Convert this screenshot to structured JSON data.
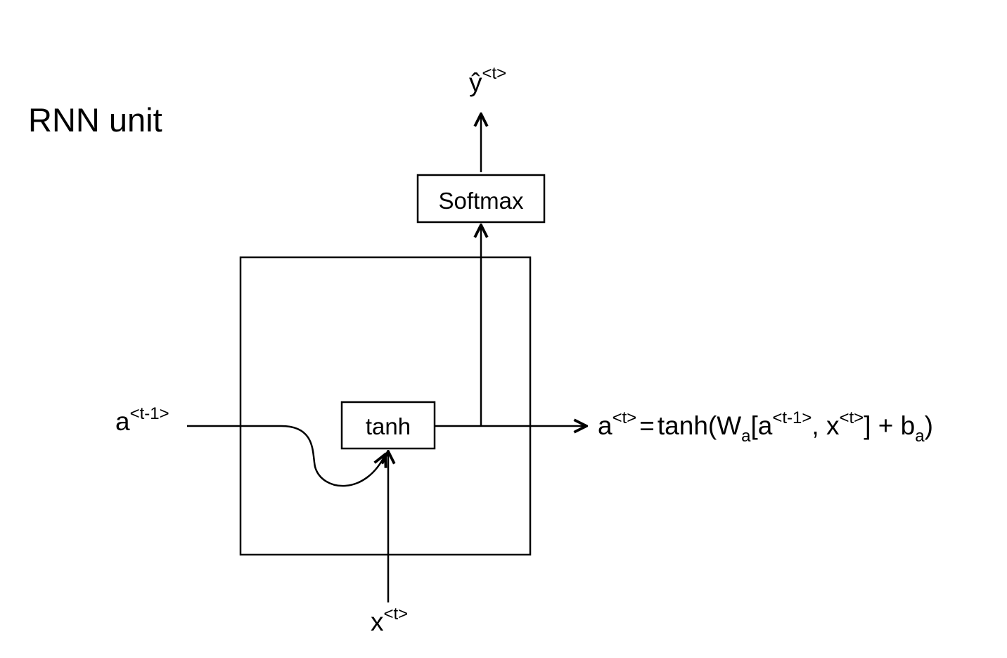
{
  "title": "RNN unit",
  "colors": {
    "stroke": "#000000",
    "background": "#ffffff",
    "text": "#000000"
  },
  "boxes": {
    "softmax": "Softmax",
    "tanh": "tanh"
  },
  "labels": {
    "output": {
      "base": "ŷ",
      "sup": "<t>"
    },
    "input": {
      "base": "x",
      "sup": "<t>"
    },
    "prev_activation": {
      "base": "a",
      "sup": "<t-1>"
    }
  },
  "equation": {
    "lhs_base": "a",
    "lhs_sup": "<t>",
    "eq": "=",
    "fn": "tanh(W",
    "w_sub": "a",
    "open_bracket": "[a",
    "a_sup": "<t-1>",
    "comma_x": ", x",
    "x_sup": "<t>",
    "close": "] + b",
    "b_sub": "a",
    "end": ")"
  }
}
